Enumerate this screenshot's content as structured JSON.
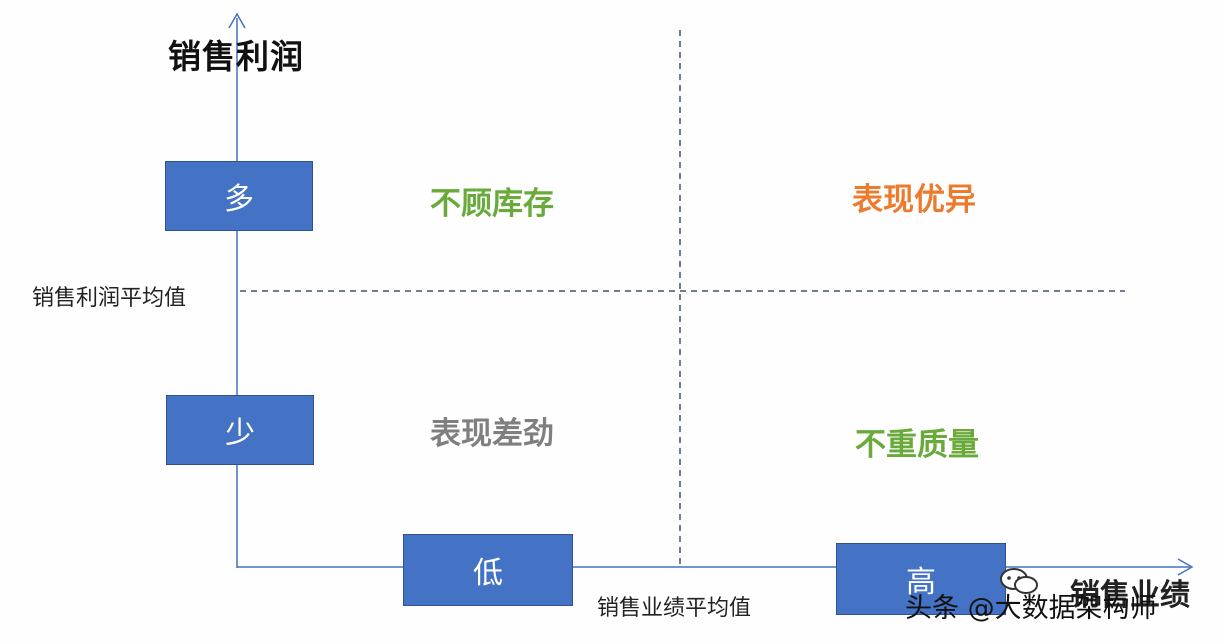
{
  "diagram": {
    "y_axis_title": "销售利润",
    "x_axis_title": "销售业绩",
    "y_high_label": "多",
    "y_low_label": "少",
    "x_low_label": "低",
    "x_high_label": "高",
    "profit_average_label": "销售利润平均值",
    "sales_average_label": "销售业绩平均值",
    "quadrants": {
      "top_left": "不顾库存",
      "top_right": "表现优异",
      "bottom_left": "表现差劲",
      "bottom_right": "不重质量"
    },
    "colors": {
      "box_fill": "#4472c4",
      "axis_line": "#4472c4",
      "green_label": "#6aaa3a",
      "orange_label": "#ec7b2e",
      "gray_label": "#7f7f7f"
    }
  },
  "watermark": {
    "text": "头条 @大数据架构师",
    "icon": "wechat-bubble-icon"
  }
}
